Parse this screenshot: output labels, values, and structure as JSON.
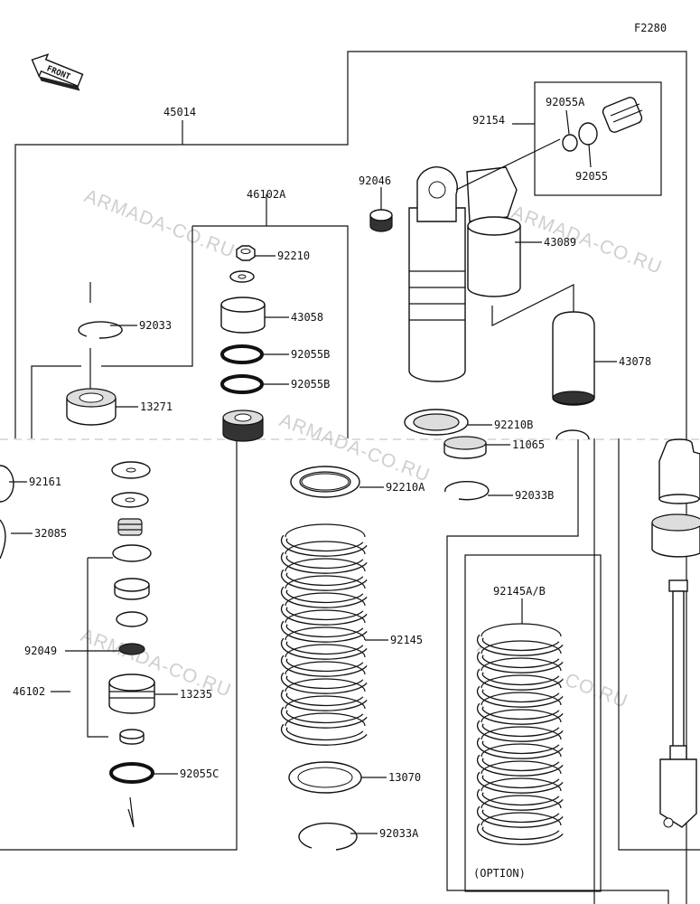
{
  "figure_code": "F2280",
  "front_label": "FRONT",
  "watermark": "ARMADA-CO.RU",
  "option_label": "(OPTION)",
  "callouts": {
    "c45014": "45014",
    "c46102A": "46102A",
    "c92210": "92210",
    "c43058": "43058",
    "c92055B_1": "92055B",
    "c92055B_2": "92055B",
    "c92033": "92033",
    "c13271": "13271",
    "c92161": "92161",
    "c32085": "32085",
    "c92049": "92049",
    "c46102": "46102",
    "c13235": "13235",
    "c92055C": "92055C",
    "c92046": "92046",
    "c92154": "92154",
    "c92055A": "92055A",
    "c92055": "92055",
    "c43089": "43089",
    "c43078": "43078",
    "c92210B": "92210B",
    "c11065": "11065",
    "c92210A": "92210A",
    "c92033B": "92033B",
    "c92145": "92145",
    "c13070": "13070",
    "c92033A": "92033A",
    "c92145AB": "92145A/B"
  }
}
